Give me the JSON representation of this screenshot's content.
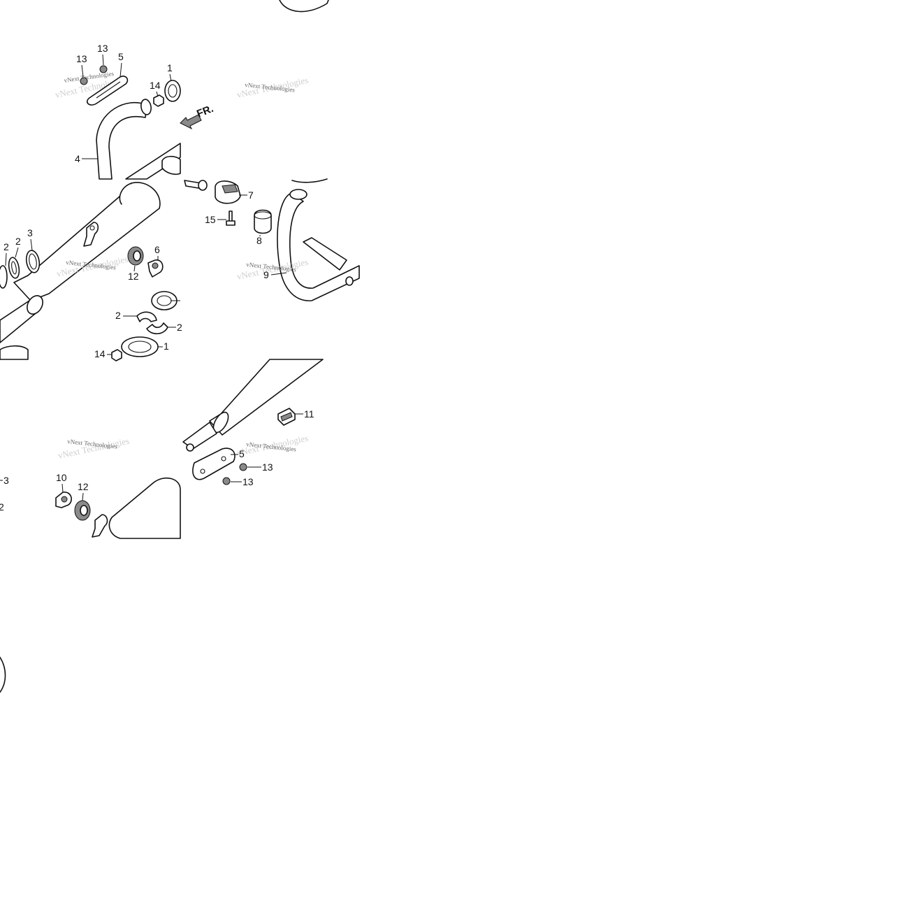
{
  "diagram": {
    "watermark": "vNext Technologies",
    "direction_label": "FR.",
    "callouts": {
      "tl_13a": "13",
      "tl_13b": "13",
      "tl_5": "5",
      "tl_1": "1",
      "tl_14": "14",
      "tl_4": "4",
      "tr_7": "7",
      "tr_15": "15",
      "tr_8": "8",
      "tr_9": "9",
      "ml_2a": "2",
      "ml_2b": "2",
      "ml_3": "3",
      "ml_6": "6",
      "ml_12": "12",
      "ml_2c": "2",
      "ml_2d": "2",
      "ml_14": "14",
      "ml_1": "1",
      "bl_3": "3",
      "bl_2": "2",
      "bl_10": "10",
      "bl_12": "12",
      "br_11": "11",
      "br_5": "5",
      "br_13a": "13",
      "br_13b": "13"
    }
  }
}
